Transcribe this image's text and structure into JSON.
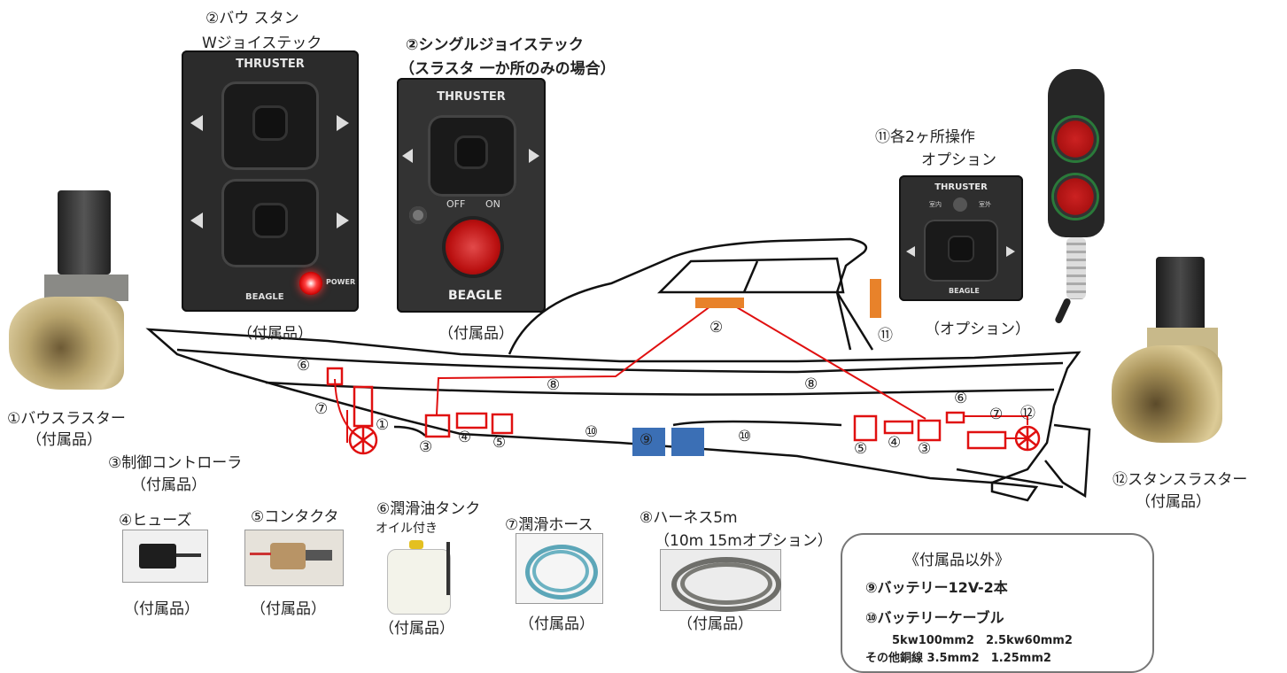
{
  "labels": {
    "bow_thruster": "①バウスラスター",
    "bow_thruster_sub": "（付属品）",
    "controller": "③制御コントローラ",
    "controller_sub": "（付属品）",
    "bow_stern_w": "②バウ スタン",
    "bow_stern_w2": "Wジョイステック",
    "single_joystick": "②シングルジョイステック",
    "single_joystick_sub": "（スラスタ 一か所のみの場合）",
    "panel_w_sub": "（付属品）",
    "panel_single_sub": "（付属品）",
    "dual_station": "⑪各2ヶ所操作",
    "dual_station_sub": "オプション",
    "option_sub": "（オプション）",
    "stern_thruster": "⑫スタンスラスター",
    "stern_thruster_sub": "（付属品）",
    "fuse": "④ヒューズ",
    "fuse_sub": "（付属品）",
    "contactor": "⑤コンタクタ",
    "contactor_sub": "（付属品）",
    "lube_tank": "⑥潤滑油タンク",
    "lube_tank_note": "オイル付き",
    "lube_tank_sub": "（付属品）",
    "lube_hose": "⑦潤滑ホース",
    "lube_hose_sub": "（付属品）",
    "harness": "⑧ハーネス5m",
    "harness_note": "（10m 15mオプション）",
    "harness_sub": "（付属品）"
  },
  "panels": {
    "thruster_title": "THRUSTER",
    "power": "POWER",
    "brand": "BEAGLE",
    "off": "OFF",
    "on": "ON",
    "indoor": "室内",
    "outdoor": "室外"
  },
  "boat_markers": {
    "m1": "①",
    "m2": "②",
    "m3a": "③",
    "m3b": "③",
    "m4a": "④",
    "m4b": "④",
    "m5a": "⑤",
    "m5b": "⑤",
    "m6a": "⑥",
    "m6b": "⑥",
    "m7a": "⑦",
    "m7b": "⑦",
    "m8a": "⑧",
    "m8b": "⑧",
    "m9": "⑨",
    "m10a": "⑩",
    "m10b": "⑩",
    "m11": "⑪",
    "m12": "⑫"
  },
  "legend": {
    "title": "《付属品以外》",
    "battery": "⑨バッテリー12V-2本",
    "cable": "⑩バッテリーケーブル",
    "cable_spec1": "5kw100mm2　2.5kw60mm2",
    "cable_spec2": "その他銅線 3.5mm2　1.25mm2"
  },
  "colors": {
    "wire": "#e01010",
    "battery": "#3b6fb5",
    "panel_marker": "#e8822a",
    "hull": "#111111"
  }
}
